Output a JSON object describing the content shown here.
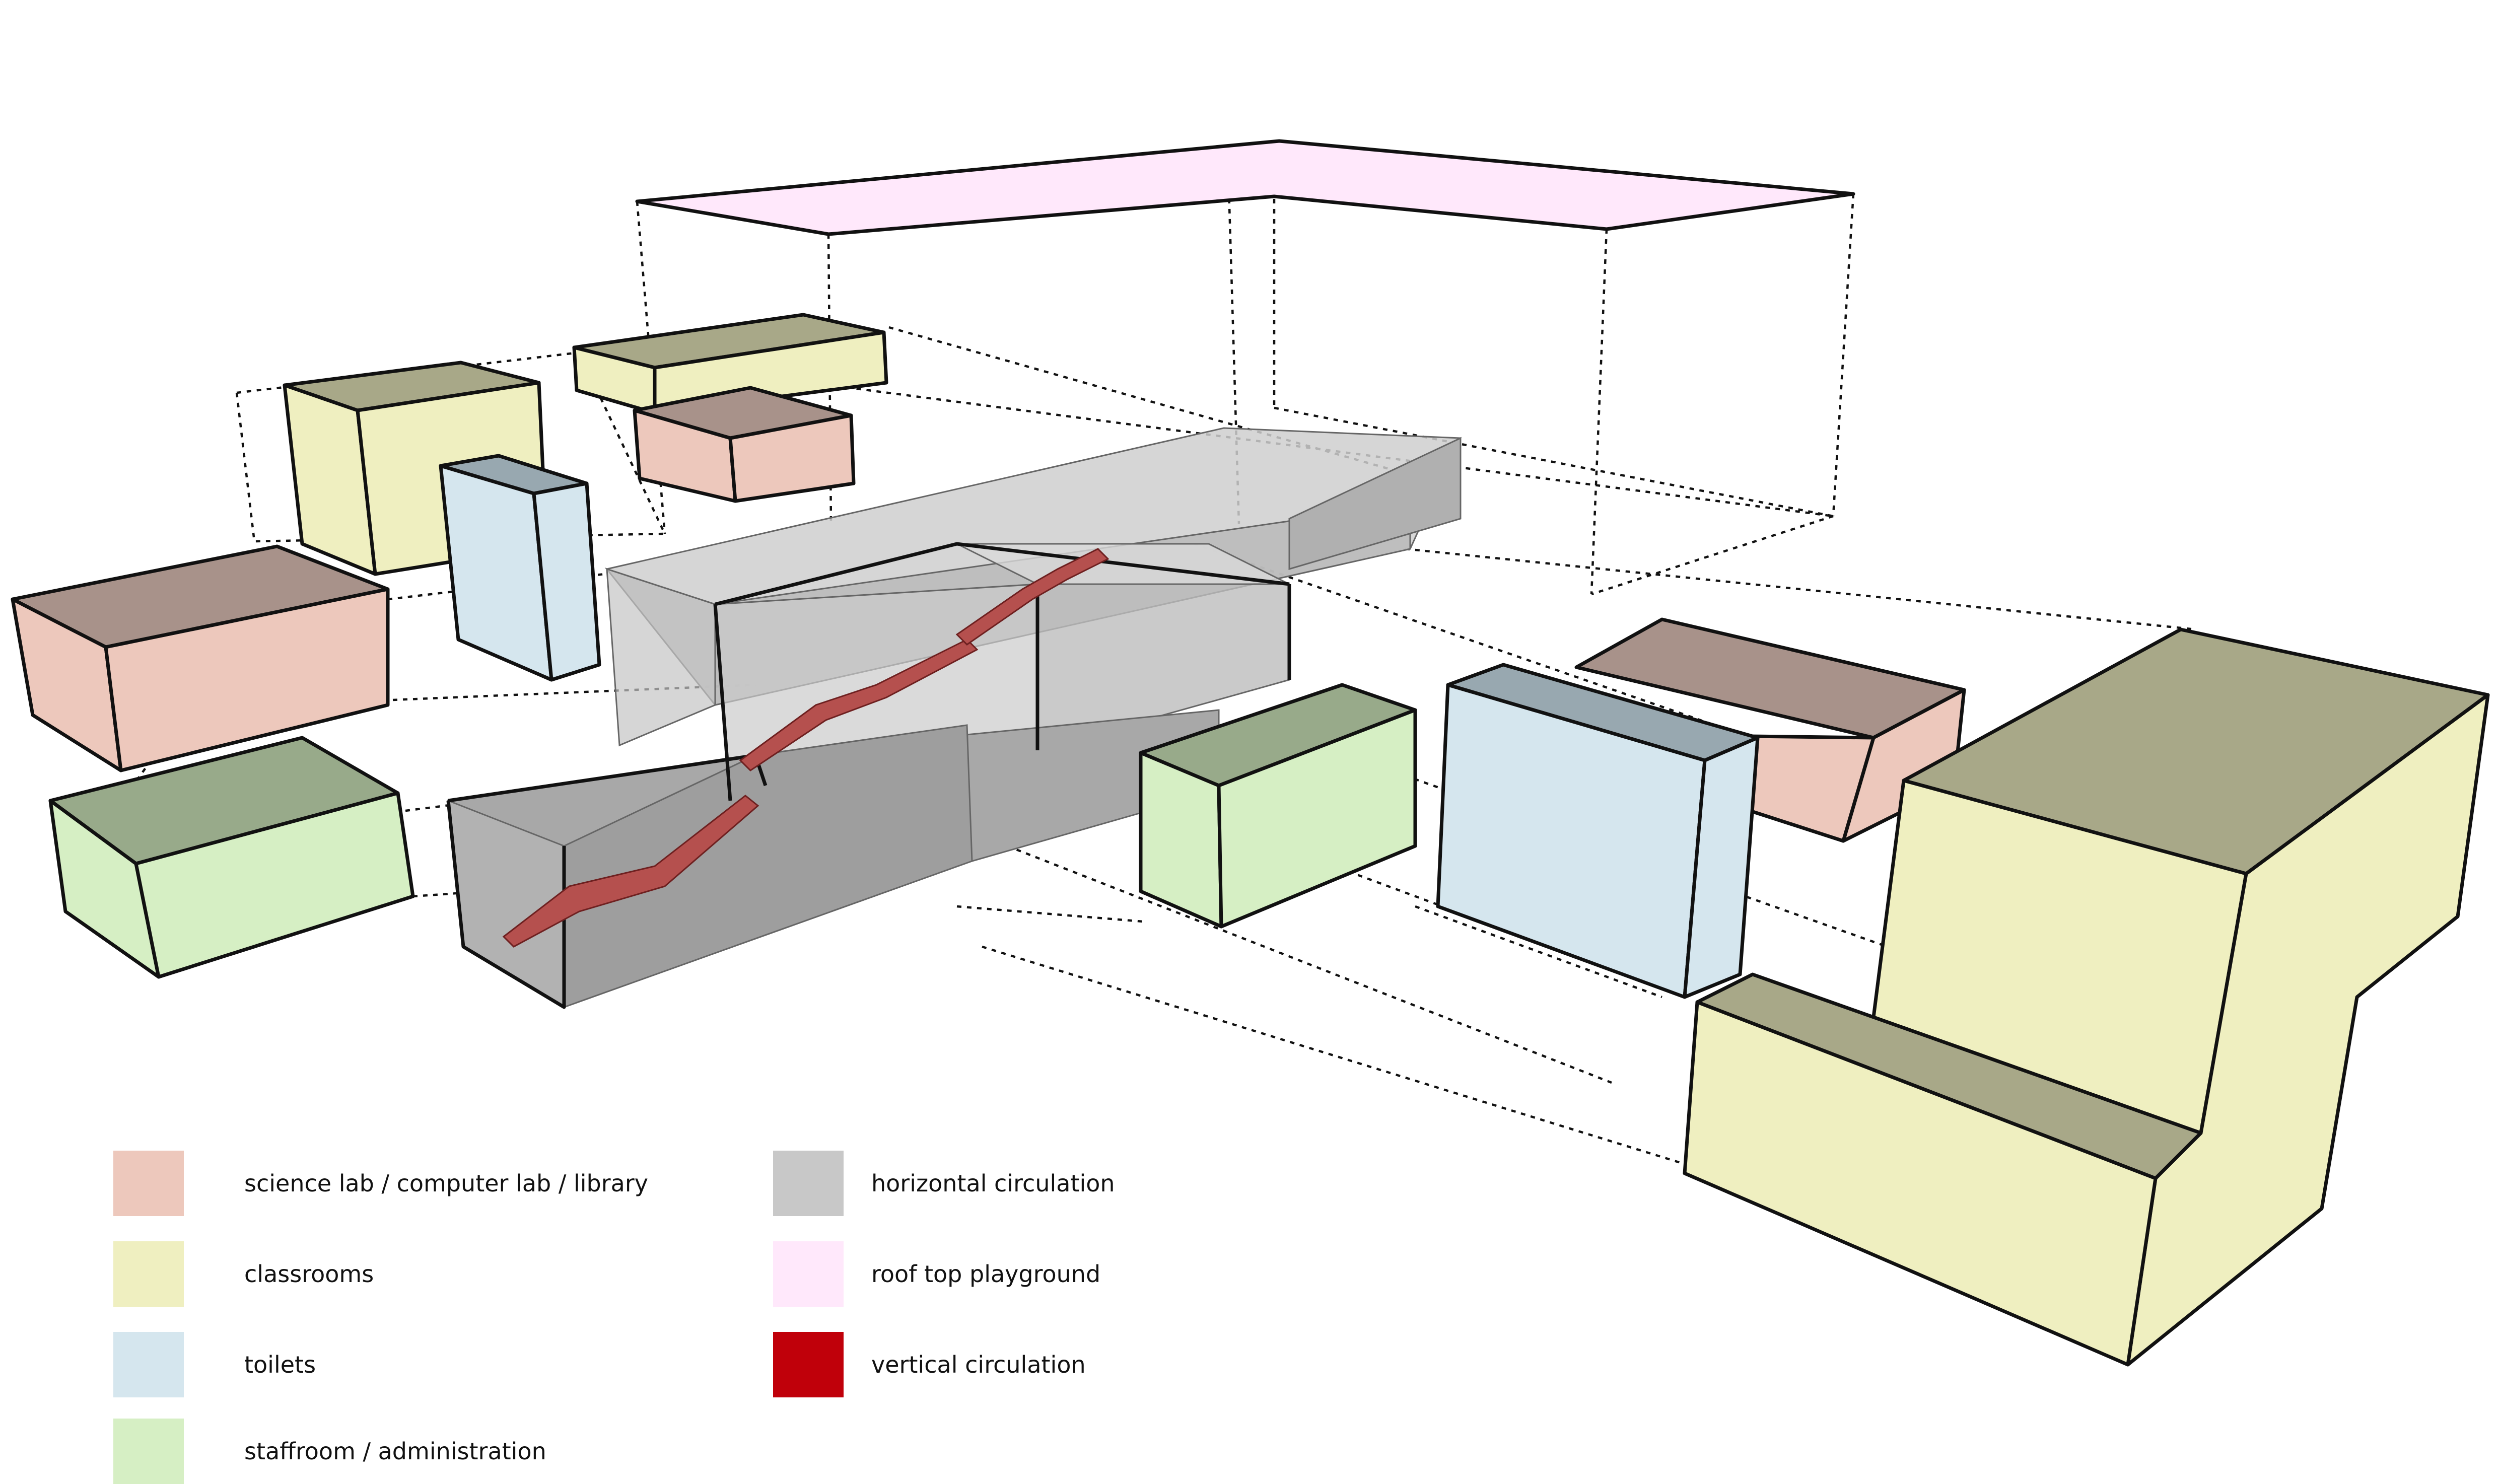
{
  "colors": {
    "lab": "#EDC8BC",
    "lab_top": "#A8928A",
    "classroom": "#EFEFC0",
    "classroom_top": "#A8A888",
    "toilet": "#D5E6EE",
    "toilet_top": "#98A8B0",
    "staff": "#D6EFC4",
    "staff_top": "#98AA8A",
    "circulation": "#C8C8C8",
    "roof": "#FFE8FB",
    "vertical": "#C0000A"
  },
  "legend": [
    {
      "key": "lab",
      "label": "science lab / computer lab / library",
      "color": "#EDC8BC"
    },
    {
      "key": "classroom",
      "label": "classrooms",
      "color": "#EFEFC0"
    },
    {
      "key": "toilet",
      "label": "toilets",
      "color": "#D5E6EE"
    },
    {
      "key": "staff",
      "label": "staffroom / administration",
      "color": "#D6EFC4"
    },
    {
      "key": "horizontal",
      "label": "horizontal circulation",
      "color": "#C8C8C8"
    },
    {
      "key": "roof",
      "label": "roof top playground",
      "color": "#FFE8FB"
    },
    {
      "key": "vertical",
      "label": "vertical circulation",
      "color": "#C0000A"
    }
  ]
}
